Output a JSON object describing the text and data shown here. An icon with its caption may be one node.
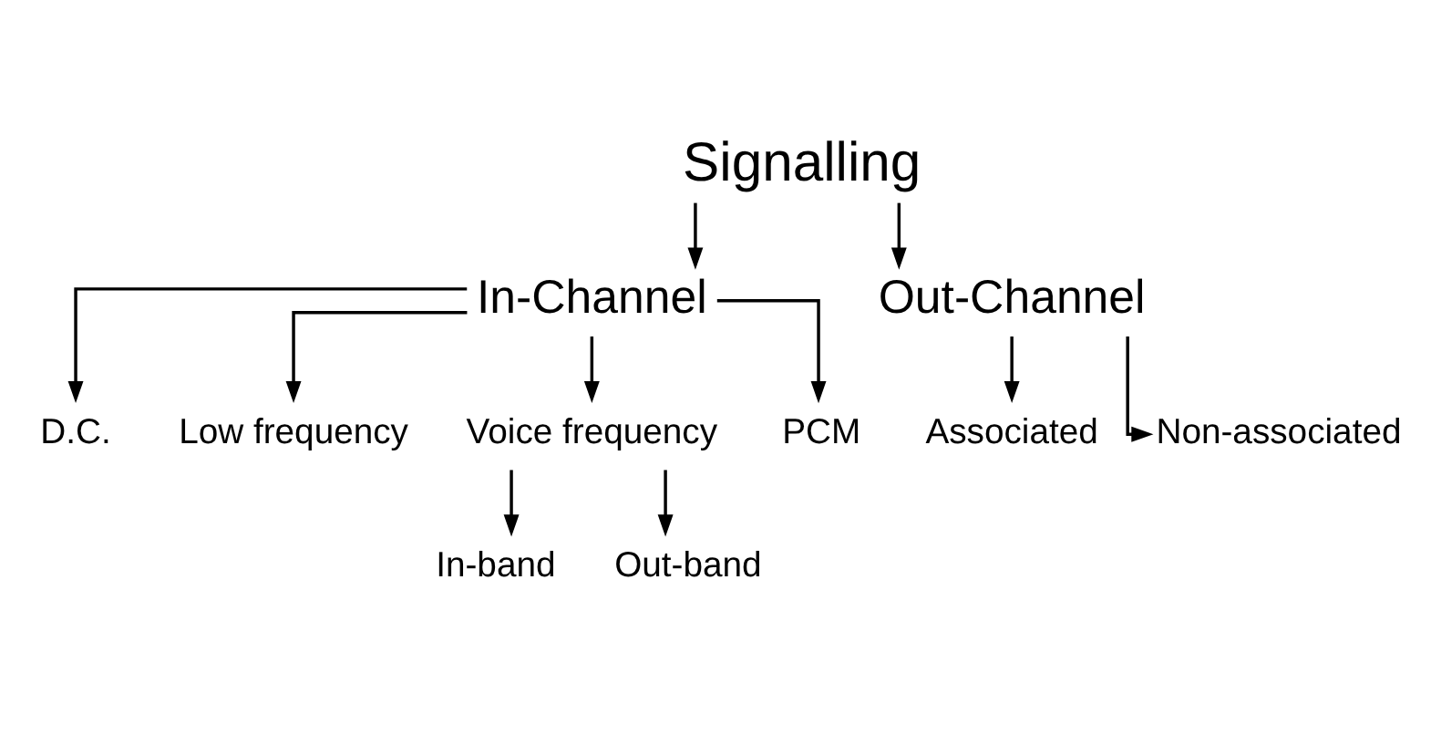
{
  "diagram": {
    "nodes": [
      {
        "text": [
          "Signalling"
        ]
      },
      {
        "text": [
          "In-Channel"
        ]
      },
      {
        "text": [
          "Out-Channel"
        ]
      },
      {
        "text": [
          "D.C."
        ]
      },
      {
        "text": [
          "Low frequency"
        ]
      },
      {
        "text": [
          "Voice frequency"
        ]
      },
      {
        "text": [
          "PCM"
        ]
      },
      {
        "text": [
          "Associated"
        ]
      },
      {
        "text": [
          "Non-associated"
        ]
      },
      {
        "text": [
          "In-band"
        ]
      },
      {
        "text": [
          "Out-band"
        ]
      }
    ],
    "edges": [
      {
        "from": 0,
        "to": 1,
        "arrow": "to"
      },
      {
        "from": 0,
        "to": 2,
        "arrow": "to"
      },
      {
        "from": 1,
        "to": 3,
        "arrow": "to"
      },
      {
        "from": 1,
        "to": 4,
        "arrow": "to"
      },
      {
        "from": 1,
        "to": 5,
        "arrow": "to"
      },
      {
        "from": 1,
        "to": 6,
        "arrow": "to"
      },
      {
        "from": 2,
        "to": 7,
        "arrow": "to"
      },
      {
        "from": 2,
        "to": 8,
        "arrow": "to"
      },
      {
        "from": 5,
        "to": 9,
        "arrow": "to"
      },
      {
        "from": 5,
        "to": 10,
        "arrow": "to"
      }
    ]
  }
}
